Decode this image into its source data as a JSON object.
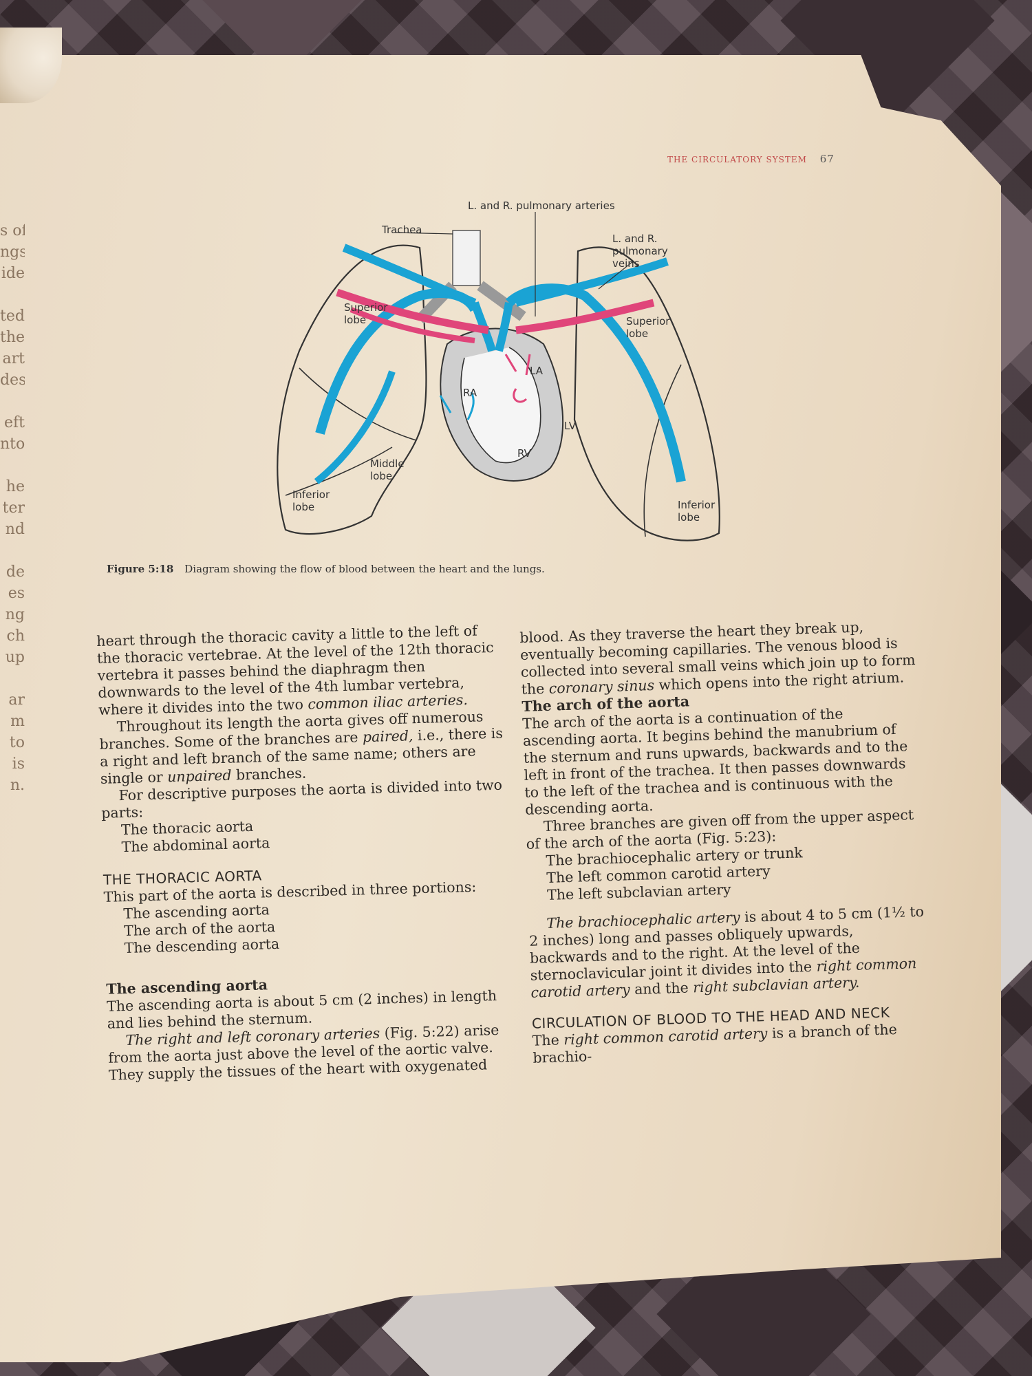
{
  "header": {
    "running_title": "THE CIRCULATORY SYSTEM",
    "page_number": "67"
  },
  "edge_fragments": [
    "s of",
    "ngs",
    "ide",
    "",
    "ted",
    "the",
    "art",
    "des",
    "",
    "eft",
    "nto",
    "",
    "he",
    "ter",
    "nd",
    "",
    "de",
    "es",
    "ng",
    "ch",
    "up",
    "",
    "ar",
    "m",
    "to",
    "is",
    "n."
  ],
  "figure": {
    "labels": {
      "pulmonary_arteries": "L. and R. pulmonary arteries",
      "trachea": "Trachea",
      "pulmonary_veins": "L. and R. pulmonary veins",
      "superior_lobe_left": "Superior lobe",
      "superior_lobe_right": "Superior lobe",
      "middle_lobe": "Middle lobe",
      "inferior_lobe_left": "Inferior lobe",
      "inferior_lobe_right": "Inferior lobe",
      "ra": "RA",
      "la": "LA",
      "rv": "RV",
      "lv": "LV"
    },
    "colors": {
      "vein": "#1aa3d4",
      "artery": "#e0457a",
      "outline": "#333333",
      "heart_fill": "#bdbdbd"
    },
    "caption_number": "Figure 5:18",
    "caption_text": "Diagram showing the flow of blood between the heart and  the lungs."
  },
  "left_column": {
    "p1": "heart through the thoracic cavity a little to the left of the thoracic vertebrae. At the level of the 12th thoracic vertebra it passes behind the diaphragm then downwards to the level of the 4th lumbar vertebra, where it divides into the two",
    "p1_italic": "common iliac arteries.",
    "p2a": "Throughout its length the aorta gives off numerous branches. Some of the branches are",
    "p2_paired": "paired,",
    "p2b": "i.e., there is a right and left branch of the same name; others are single or",
    "p2_unpaired": "unpaired",
    "p2c": "branches.",
    "p3": "For descriptive purposes the aorta is divided into two parts:",
    "parts": [
      "The thoracic aorta",
      "The abdominal aorta"
    ],
    "section_heading": "THE THORACIC AORTA",
    "p4": "This part of the aorta is described in three portions:",
    "portions": [
      "The ascending aorta",
      "The arch of the aorta",
      "The descending aorta"
    ],
    "subheading": "The ascending aorta",
    "p5": "The ascending aorta is about 5 cm (2 inches) in length and lies behind the sternum.",
    "p6_italic": "The right and left coronary arteries",
    "p6": "(Fig. 5:22) arise from the aorta just above the level of the aortic valve. They supply the tissues of the heart with oxygenated"
  },
  "right_column": {
    "p1a": "blood. As they traverse the heart they break up, eventually becoming capillaries. The venous blood is collected into several small veins which join up to form the",
    "p1_italic": "coronary sinus",
    "p1b": "which opens into the right atrium.",
    "subheading": "The arch of the aorta",
    "p2": "The arch of the aorta is a continuation of the ascending aorta. It begins behind the manubrium of the sternum and runs upwards, backwards and to the left in front of the trachea. It then passes downwards to the left of the trachea and is continuous with the descending aorta.",
    "p3": "Three branches are given off from the upper aspect of the arch of the aorta (Fig. 5:23):",
    "branches": [
      "The brachiocephalic artery or trunk",
      "The left common carotid artery",
      "The left subclavian artery"
    ],
    "p4_italic": "The brachiocephalic artery",
    "p4a": "is about 4 to 5 cm (1½ to 2 inches) long and passes obliquely upwards, backwards and to the right. At the level of the sternoclavicular joint it divides into the",
    "p4_italic2": "right common carotid artery",
    "p4b": "and the",
    "p4_italic3": "right subclavian artery.",
    "section_heading": "CIRCULATION OF BLOOD TO THE HEAD AND NECK",
    "p5a": "The",
    "p5_italic": "right common carotid artery",
    "p5b": "is a branch of the brachio-"
  }
}
